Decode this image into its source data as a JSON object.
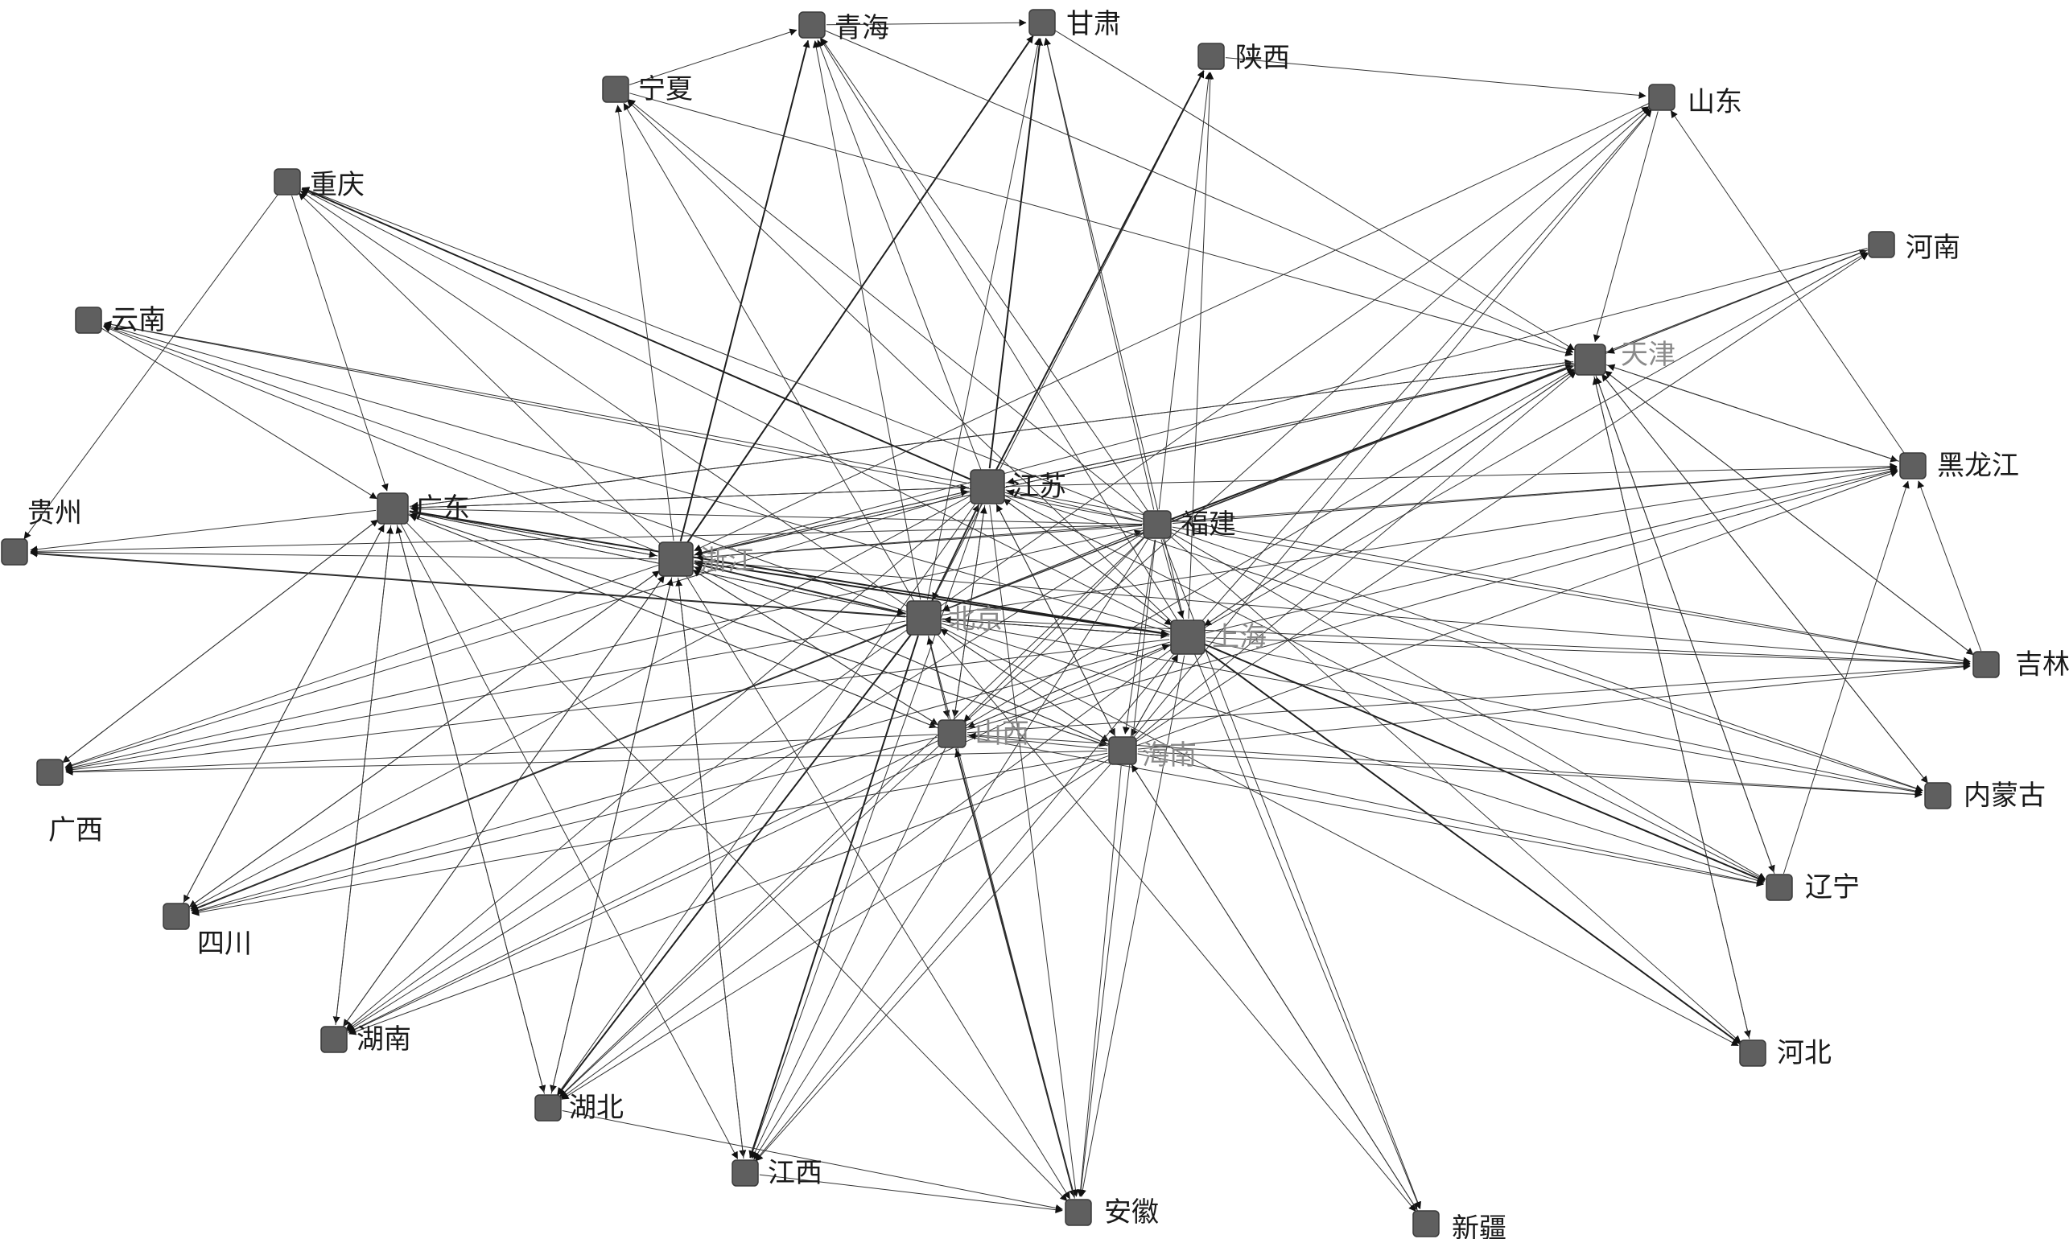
{
  "diagram": {
    "type": "directed-network",
    "node_color": "#5f5f5f",
    "edge_color": "#333333",
    "nodes": [
      {
        "id": "qinghai",
        "label": "青海"
      },
      {
        "id": "gansu",
        "label": "甘肃"
      },
      {
        "id": "shaanxi",
        "label": "陕西"
      },
      {
        "id": "ningxia",
        "label": "宁夏"
      },
      {
        "id": "shandong",
        "label": "山东"
      },
      {
        "id": "chongqing",
        "label": "重庆"
      },
      {
        "id": "henan",
        "label": "河南"
      },
      {
        "id": "yunnan",
        "label": "云南"
      },
      {
        "id": "tianjin",
        "label": "天津"
      },
      {
        "id": "jiangsu",
        "label": "江苏"
      },
      {
        "id": "heilongjiang",
        "label": "黑龙江"
      },
      {
        "id": "guangdong",
        "label": "广东"
      },
      {
        "id": "guizhou",
        "label": "贵州"
      },
      {
        "id": "fujian",
        "label": "福建"
      },
      {
        "id": "zhejiang",
        "label": "浙江"
      },
      {
        "id": "beijing",
        "label": "北京"
      },
      {
        "id": "shanghai",
        "label": "上海"
      },
      {
        "id": "jilin",
        "label": "吉林"
      },
      {
        "id": "shanxi",
        "label": "山西"
      },
      {
        "id": "hainan",
        "label": "海南"
      },
      {
        "id": "guangxi",
        "label": "广西"
      },
      {
        "id": "neimenggu",
        "label": "内蒙古"
      },
      {
        "id": "liaoning",
        "label": "辽宁"
      },
      {
        "id": "sichuan",
        "label": "四川"
      },
      {
        "id": "hunan",
        "label": "湖南"
      },
      {
        "id": "hebei",
        "label": "河北"
      },
      {
        "id": "hubei",
        "label": "湖北"
      },
      {
        "id": "jiangxi",
        "label": "江西"
      },
      {
        "id": "anhui",
        "label": "安徽"
      },
      {
        "id": "xinjiang",
        "label": "新疆"
      }
    ],
    "edges": [
      [
        "beijing",
        "jiangsu"
      ],
      [
        "beijing",
        "guangdong"
      ],
      [
        "beijing",
        "zhejiang"
      ],
      [
        "beijing",
        "shanghai"
      ],
      [
        "beijing",
        "tianjin"
      ],
      [
        "beijing",
        "fujian"
      ],
      [
        "beijing",
        "qinghai"
      ],
      [
        "beijing",
        "gansu"
      ],
      [
        "beijing",
        "shaanxi"
      ],
      [
        "beijing",
        "ningxia"
      ],
      [
        "beijing",
        "shandong"
      ],
      [
        "beijing",
        "chongqing"
      ],
      [
        "beijing",
        "henan"
      ],
      [
        "beijing",
        "yunnan"
      ],
      [
        "beijing",
        "heilongjiang"
      ],
      [
        "beijing",
        "guizhou"
      ],
      [
        "beijing",
        "jilin"
      ],
      [
        "beijing",
        "shanxi"
      ],
      [
        "beijing",
        "hainan"
      ],
      [
        "beijing",
        "guangxi"
      ],
      [
        "beijing",
        "neimenggu"
      ],
      [
        "beijing",
        "liaoning"
      ],
      [
        "beijing",
        "sichuan"
      ],
      [
        "beijing",
        "hunan"
      ],
      [
        "beijing",
        "hebei"
      ],
      [
        "beijing",
        "hubei"
      ],
      [
        "beijing",
        "jiangxi"
      ],
      [
        "beijing",
        "anhui"
      ],
      [
        "beijing",
        "xinjiang"
      ],
      [
        "shanghai",
        "jiangsu"
      ],
      [
        "shanghai",
        "guangdong"
      ],
      [
        "shanghai",
        "zhejiang"
      ],
      [
        "shanghai",
        "beijing"
      ],
      [
        "shanghai",
        "tianjin"
      ],
      [
        "shanghai",
        "qinghai"
      ],
      [
        "shanghai",
        "gansu"
      ],
      [
        "shanghai",
        "shaanxi"
      ],
      [
        "shanghai",
        "ningxia"
      ],
      [
        "shanghai",
        "shandong"
      ],
      [
        "shanghai",
        "chongqing"
      ],
      [
        "shanghai",
        "henan"
      ],
      [
        "shanghai",
        "yunnan"
      ],
      [
        "shanghai",
        "heilongjiang"
      ],
      [
        "shanghai",
        "guizhou"
      ],
      [
        "shanghai",
        "jilin"
      ],
      [
        "shanghai",
        "shanxi"
      ],
      [
        "shanghai",
        "hainan"
      ],
      [
        "shanghai",
        "guangxi"
      ],
      [
        "shanghai",
        "neimenggu"
      ],
      [
        "shanghai",
        "liaoning"
      ],
      [
        "shanghai",
        "sichuan"
      ],
      [
        "shanghai",
        "hunan"
      ],
      [
        "shanghai",
        "hebei"
      ],
      [
        "shanghai",
        "hubei"
      ],
      [
        "shanghai",
        "jiangxi"
      ],
      [
        "shanghai",
        "anhui"
      ],
      [
        "shanghai",
        "xinjiang"
      ],
      [
        "jiangsu",
        "guangdong"
      ],
      [
        "jiangsu",
        "zhejiang"
      ],
      [
        "jiangsu",
        "beijing"
      ],
      [
        "jiangsu",
        "shanghai"
      ],
      [
        "jiangsu",
        "tianjin"
      ],
      [
        "jiangsu",
        "qinghai"
      ],
      [
        "jiangsu",
        "gansu"
      ],
      [
        "jiangsu",
        "shaanxi"
      ],
      [
        "jiangsu",
        "chongqing"
      ],
      [
        "jiangsu",
        "yunnan"
      ],
      [
        "jiangsu",
        "heilongjiang"
      ],
      [
        "jiangsu",
        "jilin"
      ],
      [
        "jiangsu",
        "shanxi"
      ],
      [
        "jiangsu",
        "hainan"
      ],
      [
        "jiangsu",
        "guangxi"
      ],
      [
        "jiangsu",
        "sichuan"
      ],
      [
        "jiangsu",
        "hunan"
      ],
      [
        "jiangsu",
        "hubei"
      ],
      [
        "jiangsu",
        "jiangxi"
      ],
      [
        "jiangsu",
        "anhui"
      ],
      [
        "jiangsu",
        "neimenggu"
      ],
      [
        "jiangsu",
        "liaoning"
      ],
      [
        "zhejiang",
        "jiangsu"
      ],
      [
        "zhejiang",
        "guangdong"
      ],
      [
        "zhejiang",
        "beijing"
      ],
      [
        "zhejiang",
        "shanghai"
      ],
      [
        "zhejiang",
        "tianjin"
      ],
      [
        "zhejiang",
        "qinghai"
      ],
      [
        "zhejiang",
        "gansu"
      ],
      [
        "zhejiang",
        "ningxia"
      ],
      [
        "zhejiang",
        "chongqing"
      ],
      [
        "zhejiang",
        "yunnan"
      ],
      [
        "zhejiang",
        "guizhou"
      ],
      [
        "zhejiang",
        "shanxi"
      ],
      [
        "zhejiang",
        "hainan"
      ],
      [
        "zhejiang",
        "guangxi"
      ],
      [
        "zhejiang",
        "sichuan"
      ],
      [
        "zhejiang",
        "hunan"
      ],
      [
        "zhejiang",
        "hubei"
      ],
      [
        "zhejiang",
        "jiangxi"
      ],
      [
        "zhejiang",
        "anhui"
      ],
      [
        "zhejiang",
        "jilin"
      ],
      [
        "zhejiang",
        "heilongjiang"
      ],
      [
        "guangdong",
        "jiangsu"
      ],
      [
        "guangdong",
        "zhejiang"
      ],
      [
        "guangdong",
        "beijing"
      ],
      [
        "guangdong",
        "shanghai"
      ],
      [
        "guangdong",
        "tianjin"
      ],
      [
        "guangdong",
        "guizhou"
      ],
      [
        "guangdong",
        "guangxi"
      ],
      [
        "guangdong",
        "sichuan"
      ],
      [
        "guangdong",
        "hunan"
      ],
      [
        "guangdong",
        "hubei"
      ],
      [
        "guangdong",
        "jiangxi"
      ],
      [
        "guangdong",
        "anhui"
      ],
      [
        "guangdong",
        "shanxi"
      ],
      [
        "guangdong",
        "hainan"
      ],
      [
        "fujian",
        "jiangsu"
      ],
      [
        "fujian",
        "guangdong"
      ],
      [
        "fujian",
        "zhejiang"
      ],
      [
        "fujian",
        "beijing"
      ],
      [
        "fujian",
        "shanghai"
      ],
      [
        "fujian",
        "tianjin"
      ],
      [
        "fujian",
        "shaanxi"
      ],
      [
        "fujian",
        "gansu"
      ],
      [
        "fujian",
        "qinghai"
      ],
      [
        "fujian",
        "ningxia"
      ],
      [
        "fujian",
        "chongqing"
      ],
      [
        "fujian",
        "yunnan"
      ],
      [
        "fujian",
        "heilongjiang"
      ],
      [
        "fujian",
        "jilin"
      ],
      [
        "fujian",
        "neimenggu"
      ],
      [
        "fujian",
        "liaoning"
      ],
      [
        "fujian",
        "hebei"
      ],
      [
        "fujian",
        "hunan"
      ],
      [
        "fujian",
        "hubei"
      ],
      [
        "fujian",
        "jiangxi"
      ],
      [
        "fujian",
        "anhui"
      ],
      [
        "fujian",
        "sichuan"
      ],
      [
        "fujian",
        "guangxi"
      ],
      [
        "fujian",
        "hainan"
      ],
      [
        "fujian",
        "shanxi"
      ],
      [
        "fujian",
        "guizhou"
      ],
      [
        "fujian",
        "xinjiang"
      ],
      [
        "tianjin",
        "jiangsu"
      ],
      [
        "tianjin",
        "zhejiang"
      ],
      [
        "tianjin",
        "beijing"
      ],
      [
        "tianjin",
        "shanghai"
      ],
      [
        "tianjin",
        "guangdong"
      ],
      [
        "tianjin",
        "henan"
      ],
      [
        "tianjin",
        "heilongjiang"
      ],
      [
        "tianjin",
        "jilin"
      ],
      [
        "tianjin",
        "neimenggu"
      ],
      [
        "tianjin",
        "liaoning"
      ],
      [
        "tianjin",
        "hebei"
      ],
      [
        "shanxi",
        "jiangsu"
      ],
      [
        "shanxi",
        "zhejiang"
      ],
      [
        "shanxi",
        "beijing"
      ],
      [
        "shanxi",
        "shanghai"
      ],
      [
        "shanxi",
        "guangdong"
      ],
      [
        "shanxi",
        "tianjin"
      ],
      [
        "shanxi",
        "anhui"
      ],
      [
        "shanxi",
        "hunan"
      ],
      [
        "shanxi",
        "hubei"
      ],
      [
        "shanxi",
        "jiangxi"
      ],
      [
        "shanxi",
        "shandong"
      ],
      [
        "shanxi",
        "heilongjiang"
      ],
      [
        "shanxi",
        "jilin"
      ],
      [
        "shanxi",
        "liaoning"
      ],
      [
        "shanxi",
        "neimenggu"
      ],
      [
        "shanxi",
        "sichuan"
      ],
      [
        "shanxi",
        "guangxi"
      ],
      [
        "hainan",
        "jiangsu"
      ],
      [
        "hainan",
        "zhejiang"
      ],
      [
        "hainan",
        "beijing"
      ],
      [
        "hainan",
        "shanghai"
      ],
      [
        "hainan",
        "guangdong"
      ],
      [
        "hainan",
        "tianjin"
      ],
      [
        "hainan",
        "shanxi"
      ],
      [
        "hainan",
        "anhui"
      ],
      [
        "hainan",
        "jiangxi"
      ],
      [
        "hainan",
        "hubei"
      ],
      [
        "hainan",
        "hunan"
      ],
      [
        "hainan",
        "sichuan"
      ],
      [
        "hainan",
        "guangxi"
      ],
      [
        "hainan",
        "neimenggu"
      ],
      [
        "hainan",
        "liaoning"
      ],
      [
        "hainan",
        "jilin"
      ],
      [
        "hainan",
        "heilongjiang"
      ],
      [
        "hainan",
        "shandong"
      ],
      [
        "hainan",
        "henan"
      ],
      [
        "hainan",
        "xinjiang"
      ],
      [
        "qinghai",
        "gansu"
      ],
      [
        "ningxia",
        "qinghai"
      ],
      [
        "shaanxi",
        "shandong"
      ],
      [
        "ningxia",
        "tianjin"
      ],
      [
        "qinghai",
        "tianjin"
      ],
      [
        "gansu",
        "tianjin"
      ],
      [
        "shandong",
        "tianjin"
      ],
      [
        "henan",
        "tianjin"
      ],
      [
        "heilongjiang",
        "tianjin"
      ],
      [
        "jilin",
        "heilongjiang"
      ],
      [
        "liaoning",
        "heilongjiang"
      ],
      [
        "liaoning",
        "tianjin"
      ],
      [
        "hebei",
        "tianjin"
      ],
      [
        "heilongjiang",
        "shandong"
      ],
      [
        "chongqing",
        "guangdong"
      ],
      [
        "chongqing",
        "guizhou"
      ],
      [
        "yunnan",
        "guangdong"
      ],
      [
        "guangxi",
        "guangdong"
      ],
      [
        "sichuan",
        "guangdong"
      ],
      [
        "hunan",
        "guangdong"
      ],
      [
        "hubei",
        "guangdong"
      ],
      [
        "hubei",
        "anhui"
      ],
      [
        "jiangxi",
        "anhui"
      ],
      [
        "jiangxi",
        "zhejiang"
      ],
      [
        "hunan",
        "zhejiang"
      ],
      [
        "hubei",
        "zhejiang"
      ],
      [
        "sichuan",
        "zhejiang"
      ],
      [
        "anhui",
        "shanxi"
      ],
      [
        "xinjiang",
        "hainan"
      ],
      [
        "jilin",
        "tianjin"
      ],
      [
        "neimenggu",
        "tianjin"
      ],
      [
        "henan",
        "zhejiang"
      ],
      [
        "shandong",
        "zhejiang"
      ]
    ]
  }
}
